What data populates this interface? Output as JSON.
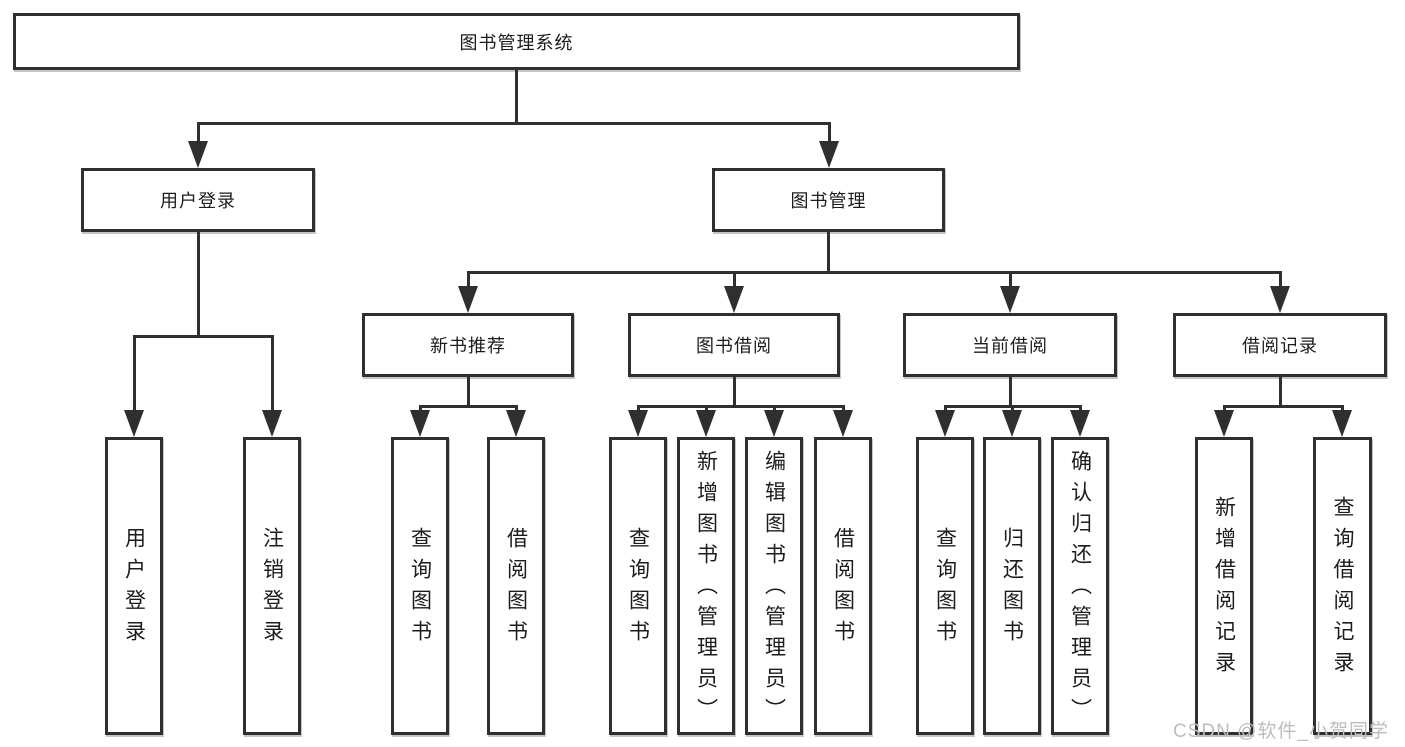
{
  "diagram": {
    "type": "tree",
    "title": "图书管理系统",
    "level2": [
      "用户登录",
      "图书管理"
    ],
    "level3": [
      "新书推荐",
      "图书借阅",
      "当前借阅",
      "借阅记录"
    ],
    "leaves": {
      "userLogin": [
        "用户登录",
        "注销登录"
      ],
      "newBook": [
        "查询图书",
        "借阅图书"
      ],
      "bookBorrow": [
        "查询图书",
        "新增图书（管理员）",
        "编辑图书（管理员）",
        "借阅图书"
      ],
      "currentBorrow": [
        "查询图书",
        "归还图书",
        "确认归还（管理员）"
      ],
      "borrowRecord": [
        "新增借阅记录",
        "查询借阅记录"
      ]
    },
    "hierarchy": {
      "图书管理系统": [
        "用户登录",
        "图书管理"
      ],
      "用户登录": [
        "用户登录",
        "注销登录"
      ],
      "图书管理": [
        "新书推荐",
        "图书借阅",
        "当前借阅",
        "借阅记录"
      ],
      "新书推荐": [
        "查询图书",
        "借阅图书"
      ],
      "图书借阅": [
        "查询图书",
        "新增图书（管理员）",
        "编辑图书（管理员）",
        "借阅图书"
      ],
      "当前借阅": [
        "查询图书",
        "归还图书",
        "确认归还（管理员）"
      ],
      "借阅记录": [
        "新增借阅记录",
        "查询借阅记录"
      ]
    },
    "colors": {
      "line": "#2f2f2f",
      "text": "#1c1c1c",
      "box_background": "#ffffff",
      "page_background": "#ffffff",
      "watermark": "#bdbdbd"
    }
  },
  "watermark": {
    "text": "CSDN @软件_小贺同学"
  }
}
